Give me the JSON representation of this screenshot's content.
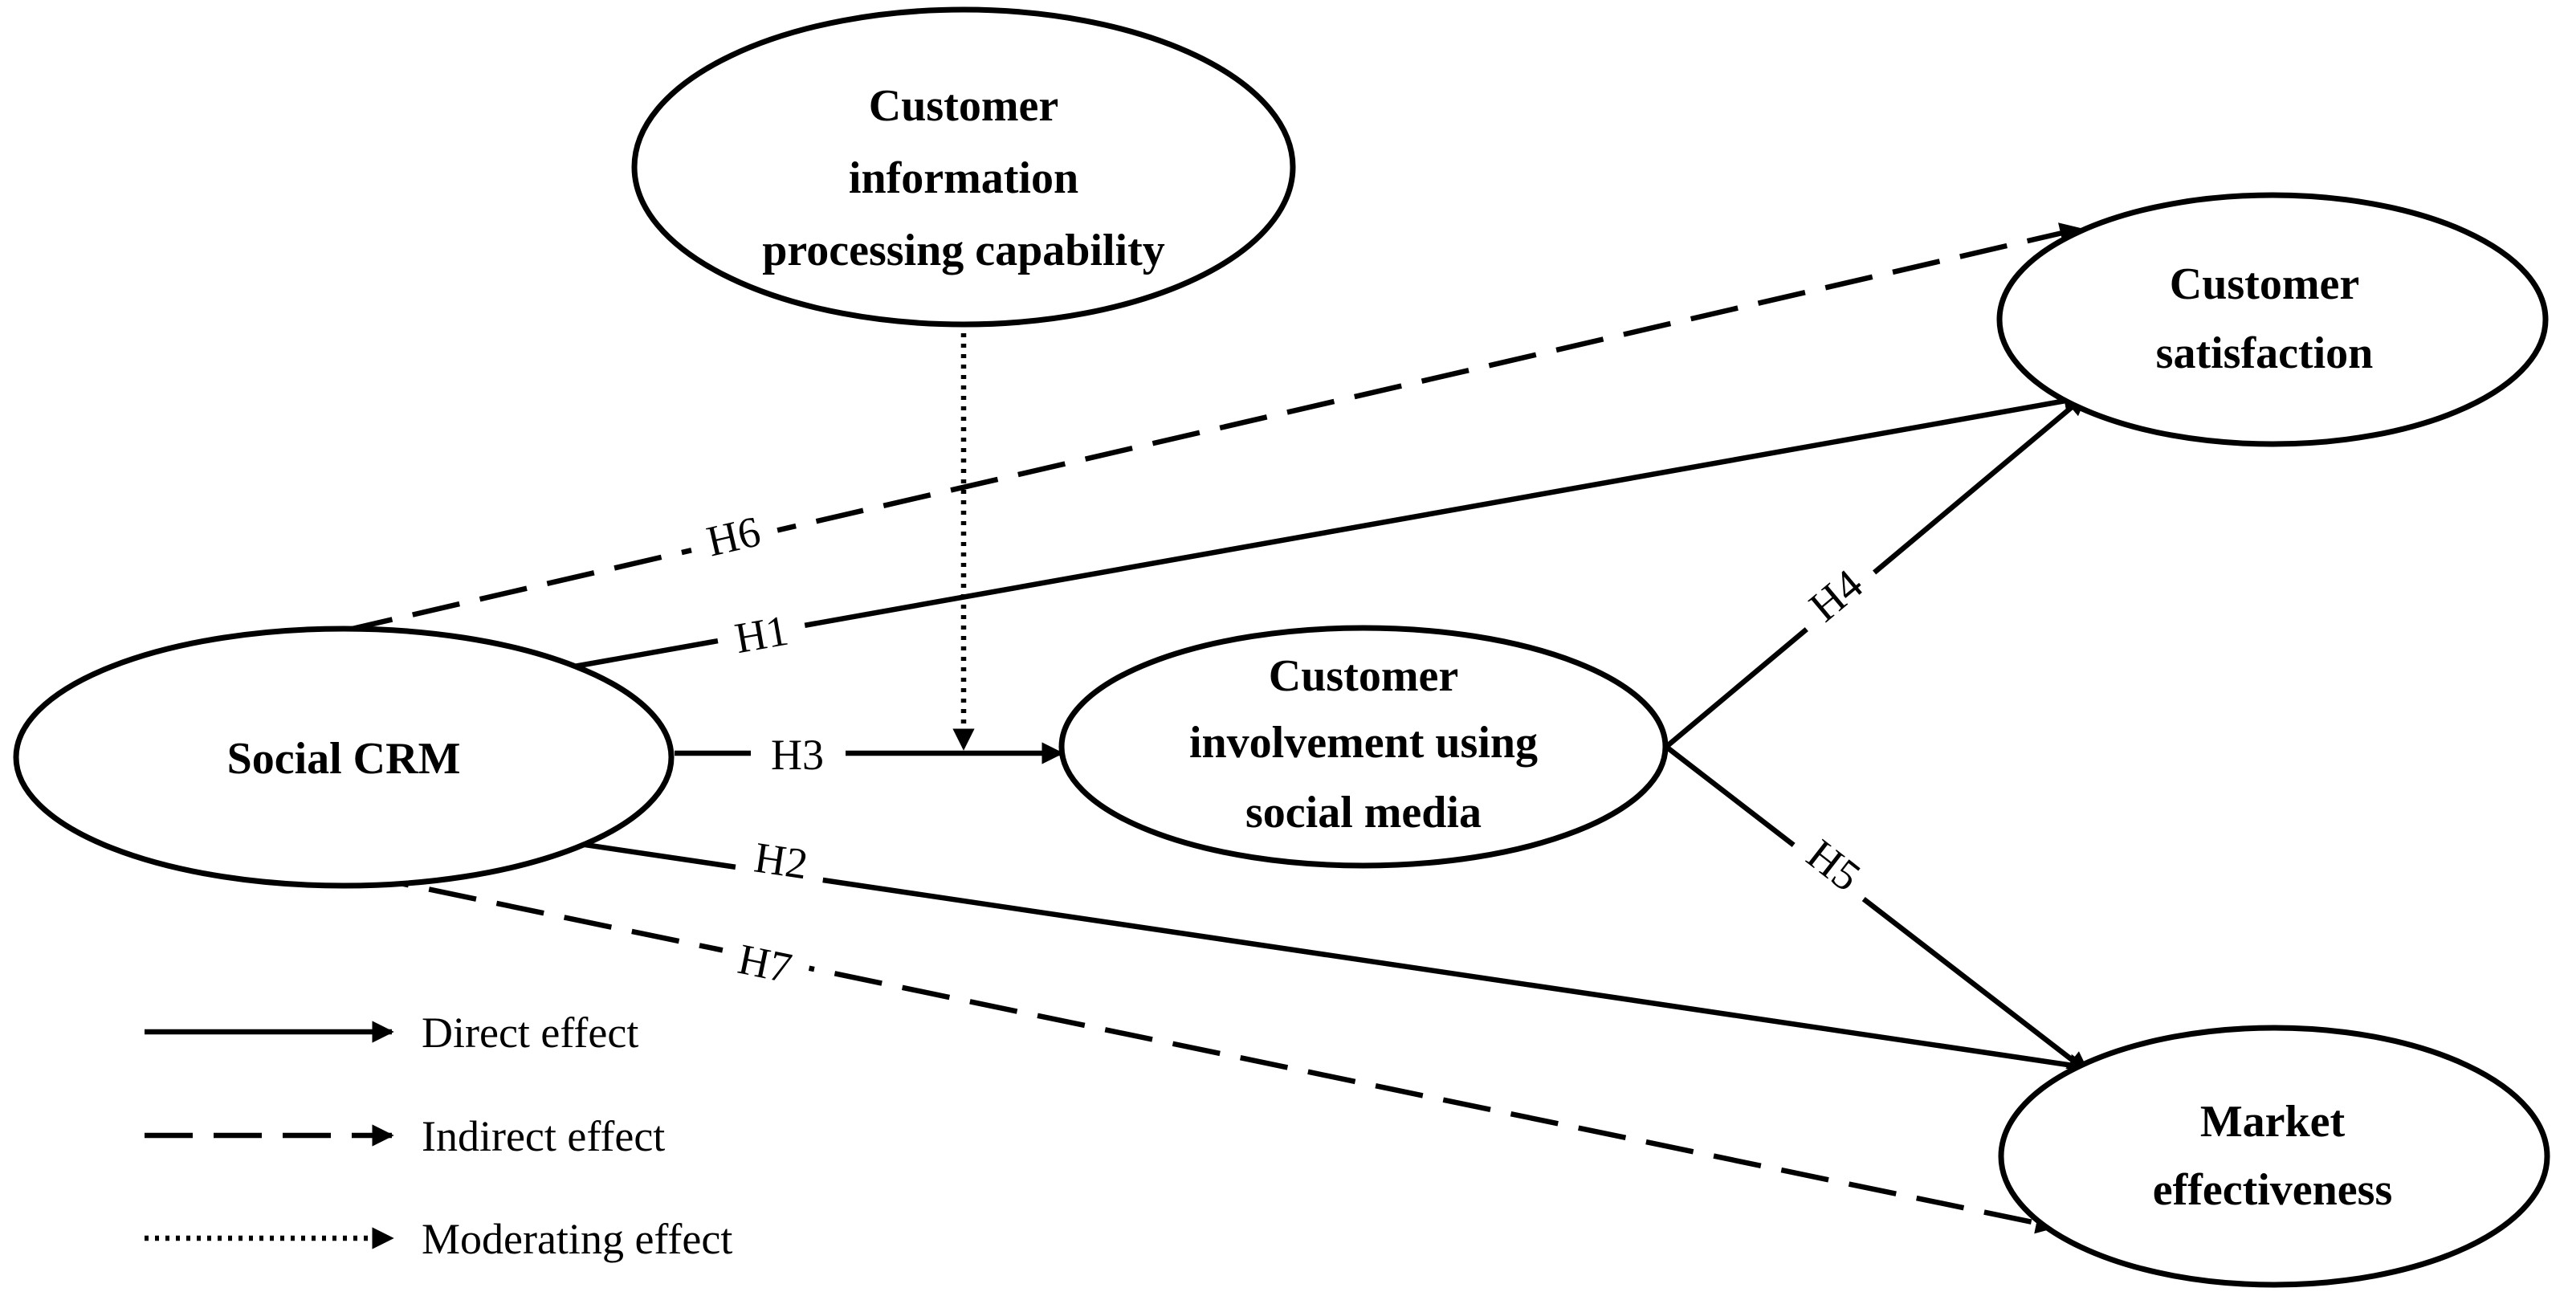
{
  "nodes": {
    "moderator": [
      "Customer",
      "information",
      "processing capability"
    ],
    "social_crm": [
      "Social CRM"
    ],
    "involvement": [
      "Customer",
      "involvement using",
      "social media"
    ],
    "satisfaction": [
      "Customer",
      "satisfaction"
    ],
    "market": [
      "Market",
      "effectiveness"
    ]
  },
  "edges": {
    "h1": "H1",
    "h2": "H2",
    "h3": "H3",
    "h4": "H4",
    "h5": "H5",
    "h6": "H6",
    "h7": "H7"
  },
  "legend": {
    "direct": "Direct effect",
    "indirect": "Indirect effect",
    "moderating": "Moderating effect"
  }
}
